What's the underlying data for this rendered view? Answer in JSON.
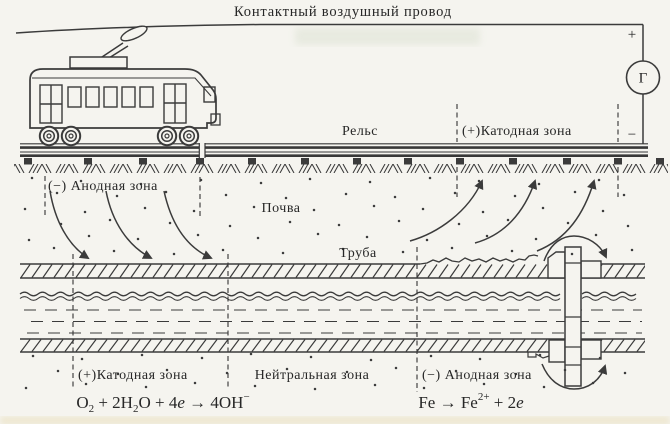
{
  "colors": {
    "background": "#f5f4ef",
    "ink": "#3b3b3b",
    "text": "#272727"
  },
  "labels": {
    "overhead_wire": "Контактный воздушный провод",
    "rail": "Рельс",
    "soil": "Почва",
    "pipe": "Труба",
    "generator": "Г",
    "plus": "+",
    "minus": "−"
  },
  "zones": {
    "rail_anodic": "(−) Анодная зона",
    "rail_cathodic": "(+)Катодная зона",
    "pipe_cathodic": "(+)Катодная зона",
    "pipe_neutral": "Нейтральная зона",
    "pipe_anodic": "(−) Анодная зона"
  },
  "equations": {
    "cathodic": {
      "parts": [
        "O",
        "2",
        " + 2H",
        "2",
        "O + 4",
        "e",
        " → 4OH",
        "−"
      ]
    },
    "anodic": {
      "parts": [
        "Fe → Fe",
        "2+",
        " + 2",
        "e"
      ]
    }
  }
}
